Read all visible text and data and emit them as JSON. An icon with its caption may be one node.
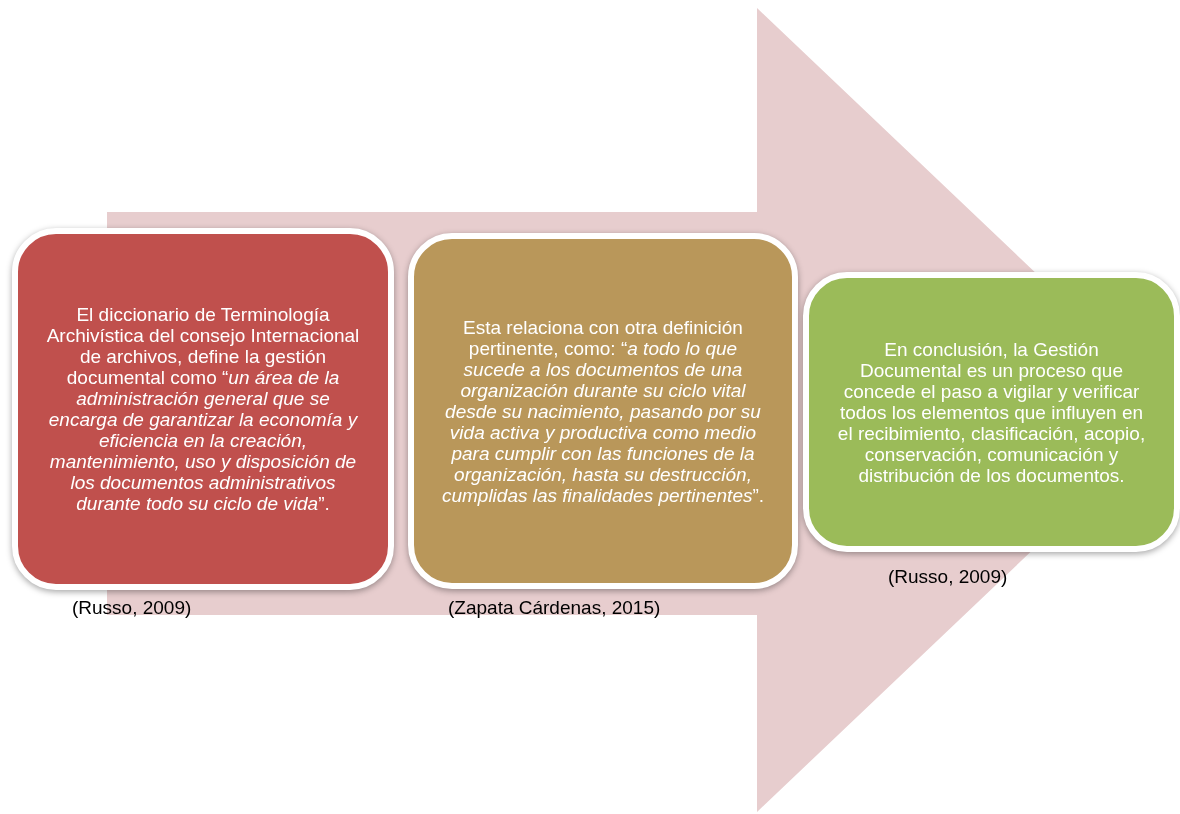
{
  "diagram": {
    "nodes": [
      {
        "text": [
          "El diccionario de Terminología Archivística del consejo Internacional de archivos, define la gestión documental como “*un área de la administración general que se encarga de garantizar la economía y eficiencia en la creación, mantenimiento, uso y disposición de los documentos administrativos durante todo su ciclo de vida*”."
        ],
        "beside": [
          "(Russo, 2009)"
        ]
      },
      {
        "text": [
          "Esta relaciona con otra definición pertinente, como: “*a todo lo que sucede a los documentos de una organización durante su ciclo vital desde su nacimiento, pasando por su vida activa y productiva como medio para cumplir con las funciones de la organización, hasta su destrucción, cumplidas las finalidades pertinentes*”."
        ],
        "beside": [
          "(Zapata Cárdenas, 2015)"
        ]
      },
      {
        "text": [
          "En conclusión, la Gestión Documental es un proceso que concede el paso a vigilar y verificar todos los elementos que influyen en el recibimiento, clasificación, acopio, conservación, comunicación y distribución de los documentos."
        ],
        "beside": [
          "(Russo, 2009)"
        ]
      }
    ],
    "edges": [
      {
        "from": 0,
        "to": 2,
        "arrow": "to"
      }
    ]
  }
}
